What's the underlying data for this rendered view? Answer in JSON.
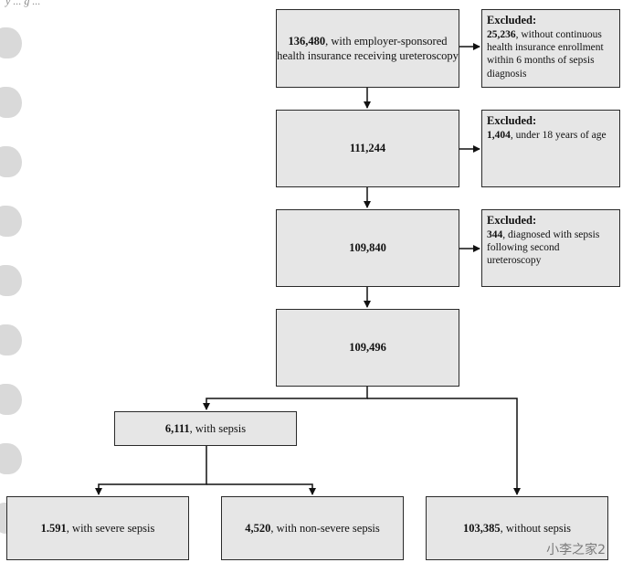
{
  "caption_top": "y ... g ...",
  "boxes": {
    "b1": {
      "count": "136,480",
      "text": ", with employer-sponsored health insurance receiving ureteroscopy"
    },
    "b2": {
      "count": "111,244"
    },
    "b3": {
      "count": "109,840"
    },
    "b4": {
      "count": "109,496"
    },
    "sepsis": {
      "count": "6,111",
      "text": ", with sepsis"
    },
    "severe": {
      "count": "1.591",
      "text": ", with severe sepsis"
    },
    "nonsevere": {
      "count": "4,520",
      "text": ", with non-severe sepsis"
    },
    "without": {
      "count": "103,385",
      "text": ", without sepsis"
    }
  },
  "exclusions": {
    "e1": {
      "head": "Excluded:",
      "count": "25,236",
      "text": ", without continuous health insurance enrollment within 6 months of sepsis diagnosis"
    },
    "e2": {
      "head": "Excluded:",
      "count": "1,404",
      "text": ", under 18 years of age"
    },
    "e3": {
      "head": "Excluded:",
      "count": "344",
      "text": ", diagnosed with sepsis following second ureteroscopy"
    }
  },
  "watermark": "小李之家2",
  "colors": {
    "box_fill": "#e6e6e6",
    "border": "#2a2a2a"
  }
}
